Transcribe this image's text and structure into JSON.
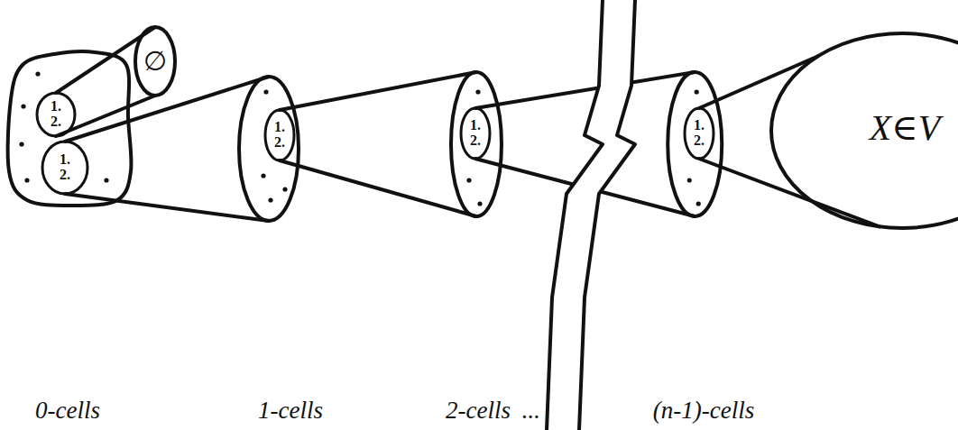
{
  "diagram": {
    "nodes": [
      {
        "text": [
          "0-cells"
        ]
      },
      {
        "text": [
          "1.",
          "2."
        ],
        "in": 0
      },
      {
        "text": [
          "1.",
          "2."
        ],
        "in": 0
      },
      {
        "text": [
          "∅"
        ]
      },
      {
        "text": [
          "1-cells"
        ]
      },
      {
        "text": [
          "1.",
          "2."
        ],
        "in": 4
      },
      {
        "text": [
          "2-cells"
        ]
      },
      {
        "text": [
          "1.",
          "2."
        ],
        "in": 6
      },
      {
        "text": [
          "(n-1)-cells"
        ]
      },
      {
        "text": [
          "1.",
          "2."
        ],
        "in": 8
      },
      {
        "text": [
          "X∈V"
        ]
      }
    ],
    "edges": [
      {
        "from": 1,
        "to": 3,
        "arrow": "none"
      },
      {
        "from": 2,
        "to": 4,
        "arrow": "none"
      },
      {
        "from": 5,
        "to": 6,
        "arrow": "none"
      },
      {
        "from": 7,
        "to": 8,
        "arrow": "none"
      },
      {
        "from": 9,
        "to": 10,
        "arrow": "none"
      }
    ],
    "labels": [
      "..."
    ]
  }
}
